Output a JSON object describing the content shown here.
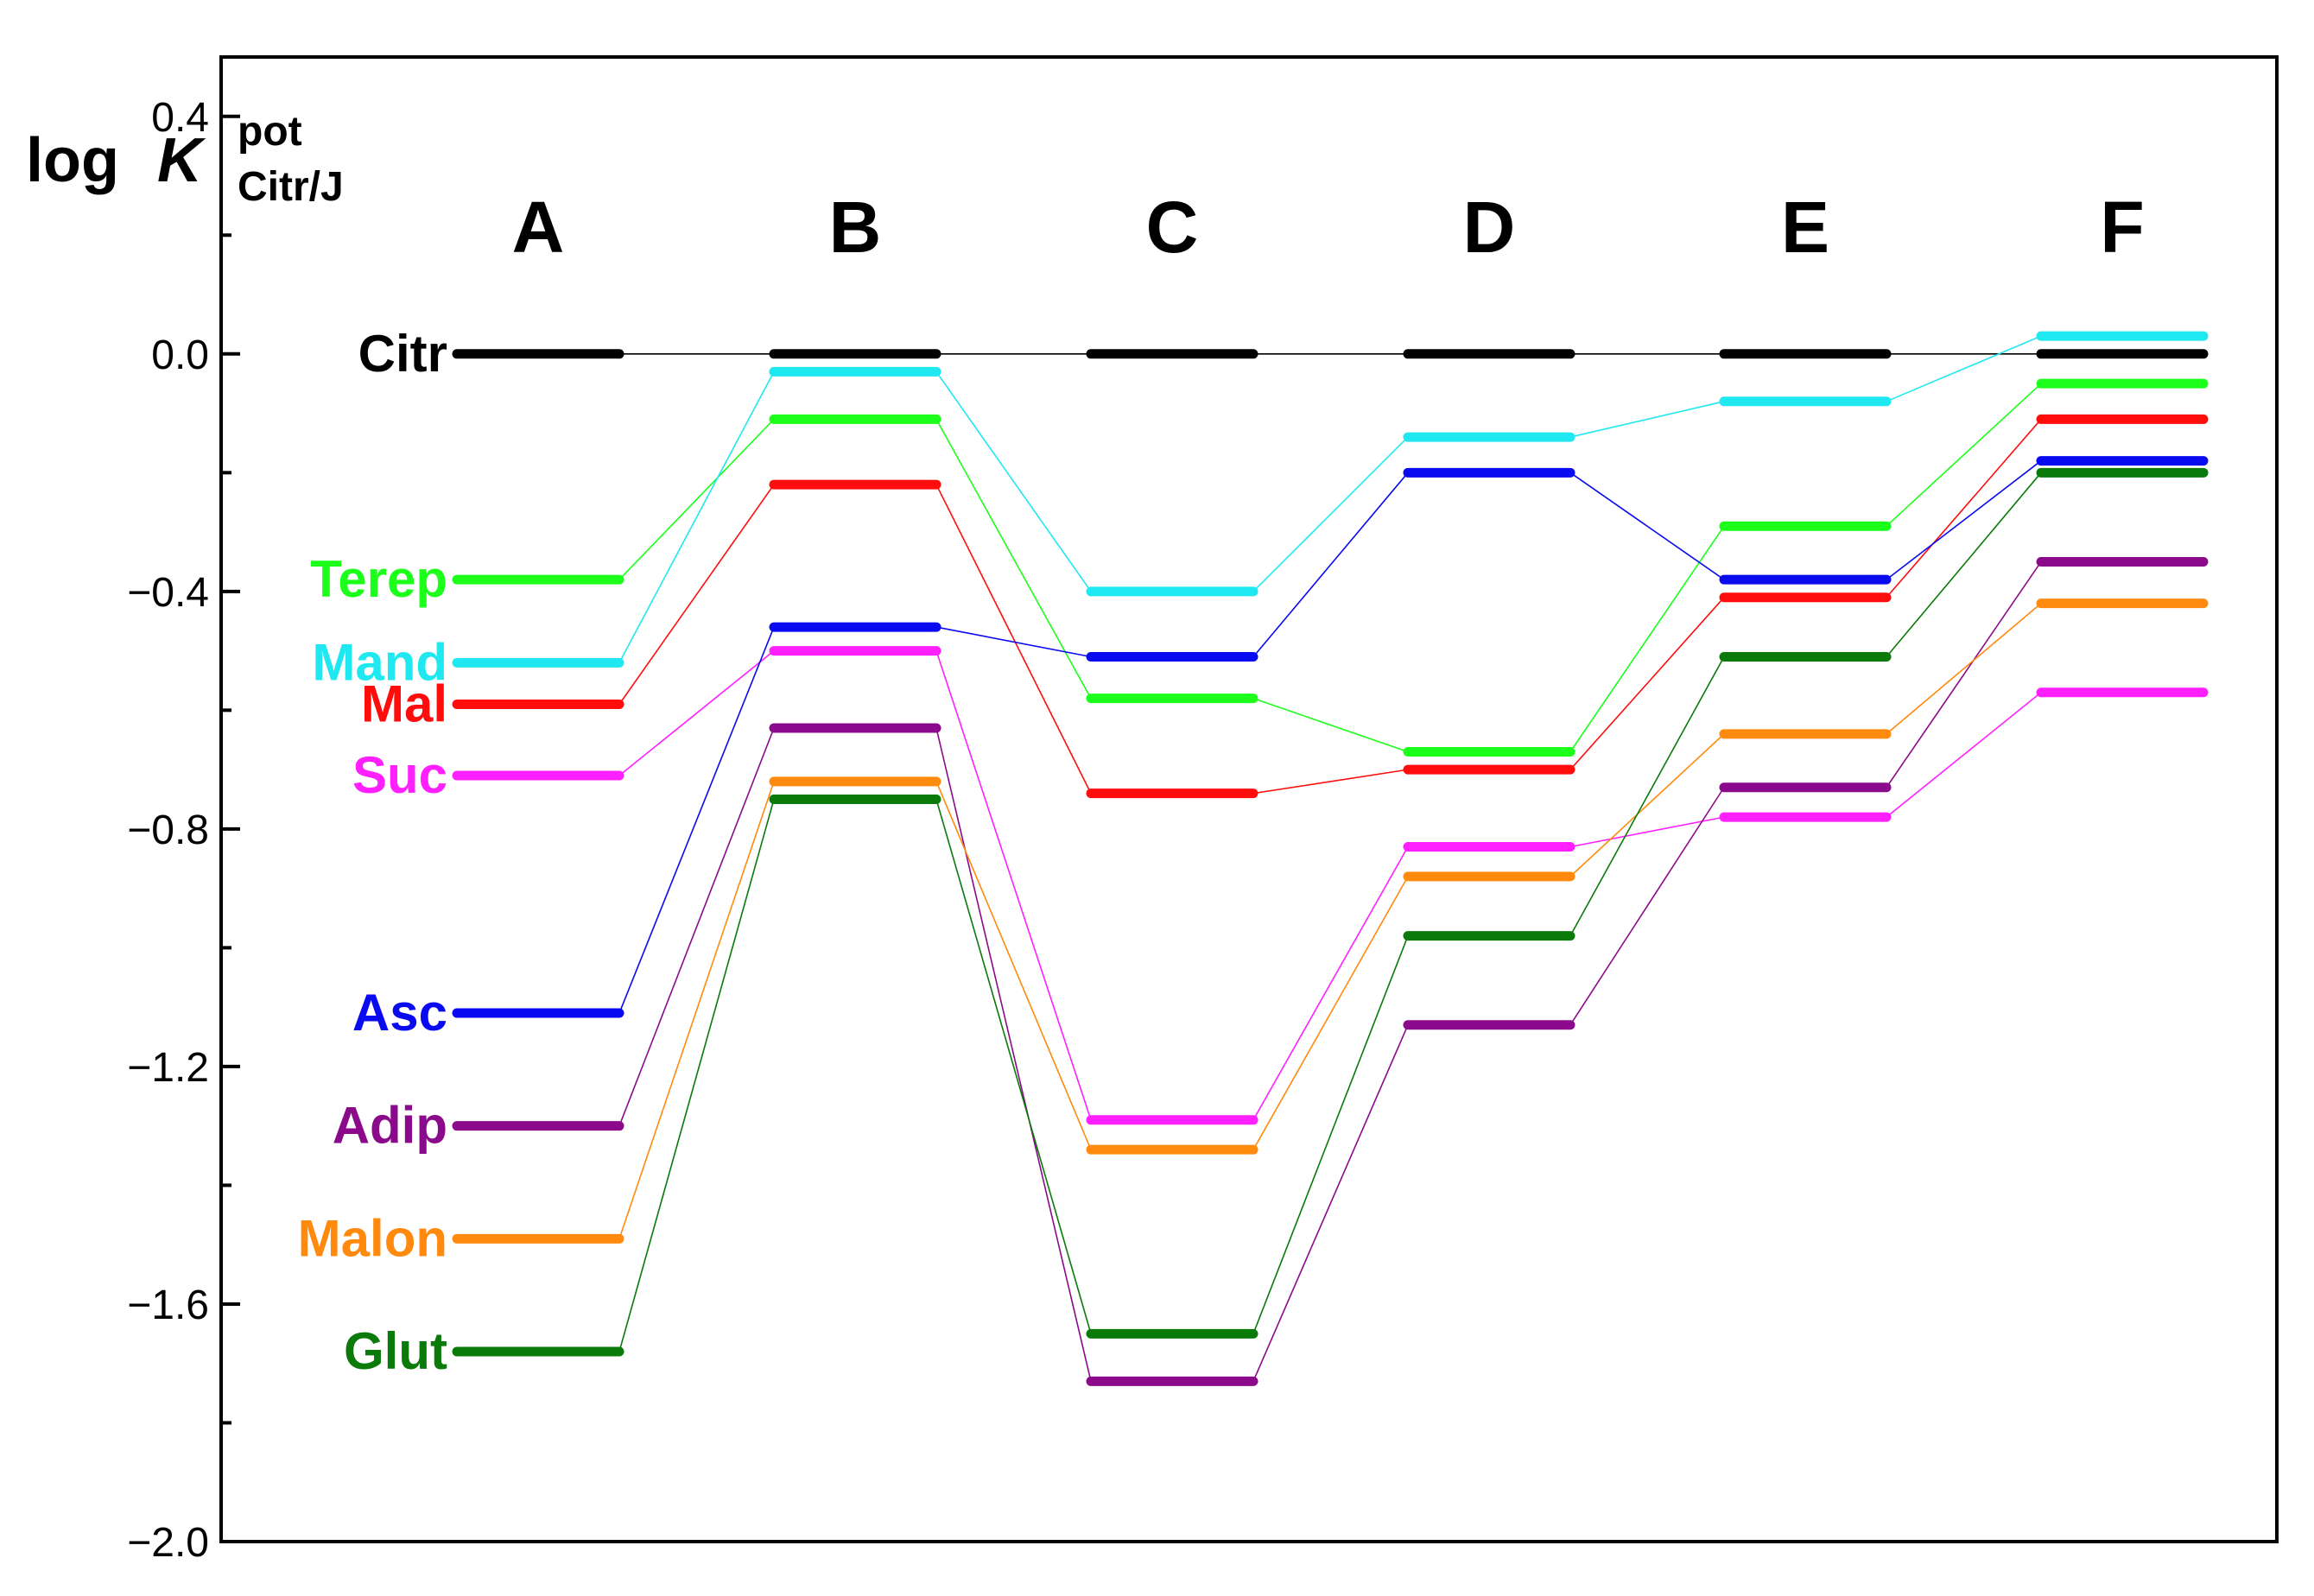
{
  "chart_data": {
    "type": "line",
    "categories": [
      "A",
      "B",
      "C",
      "D",
      "E",
      "F"
    ],
    "ylabel": {
      "main": "log",
      "italic": "K",
      "sup": "pot",
      "sub": "Citr/J"
    },
    "ylim": [
      -2.0,
      0.5
    ],
    "yticks": [
      0.4,
      0.0,
      -0.4,
      -0.8,
      -1.2,
      -1.6,
      -2.0
    ],
    "ytick_labels": [
      "0.4",
      "0.0",
      "−0.4",
      "−0.8",
      "−1.2",
      "−1.6",
      "−2.0"
    ],
    "grid": false,
    "series": [
      {
        "name": "Citr",
        "color": "#000000",
        "values": [
          0.0,
          0.0,
          0.0,
          0.0,
          0.0,
          0.0
        ]
      },
      {
        "name": "Terep",
        "color": "#1BFF1B",
        "values": [
          -0.38,
          -0.11,
          -0.58,
          -0.67,
          -0.29,
          -0.05
        ]
      },
      {
        "name": "Mand",
        "color": "#1FE8F0",
        "values": [
          -0.52,
          -0.03,
          -0.4,
          -0.14,
          -0.08,
          0.03
        ]
      },
      {
        "name": "Mal",
        "color": "#FF0D0D",
        "values": [
          -0.59,
          -0.22,
          -0.74,
          -0.7,
          -0.41,
          -0.11
        ]
      },
      {
        "name": "Suc",
        "color": "#FF1FFF",
        "values": [
          -0.71,
          -0.5,
          -1.29,
          -0.83,
          -0.78,
          -0.57
        ]
      },
      {
        "name": "Asc",
        "color": "#0A0AF0",
        "values": [
          -1.11,
          -0.46,
          -0.51,
          -0.2,
          -0.38,
          -0.18
        ]
      },
      {
        "name": "Adip",
        "color": "#8B0A8B",
        "values": [
          -1.3,
          -0.63,
          -1.73,
          -1.13,
          -0.73,
          -0.35
        ]
      },
      {
        "name": "Malon",
        "color": "#FF8A0D",
        "values": [
          -1.49,
          -0.72,
          -1.34,
          -0.88,
          -0.64,
          -0.42
        ]
      },
      {
        "name": "Glut",
        "color": "#0A7A0A",
        "values": [
          -1.68,
          -0.75,
          -1.65,
          -0.98,
          -0.51,
          -0.2
        ]
      }
    ]
  }
}
